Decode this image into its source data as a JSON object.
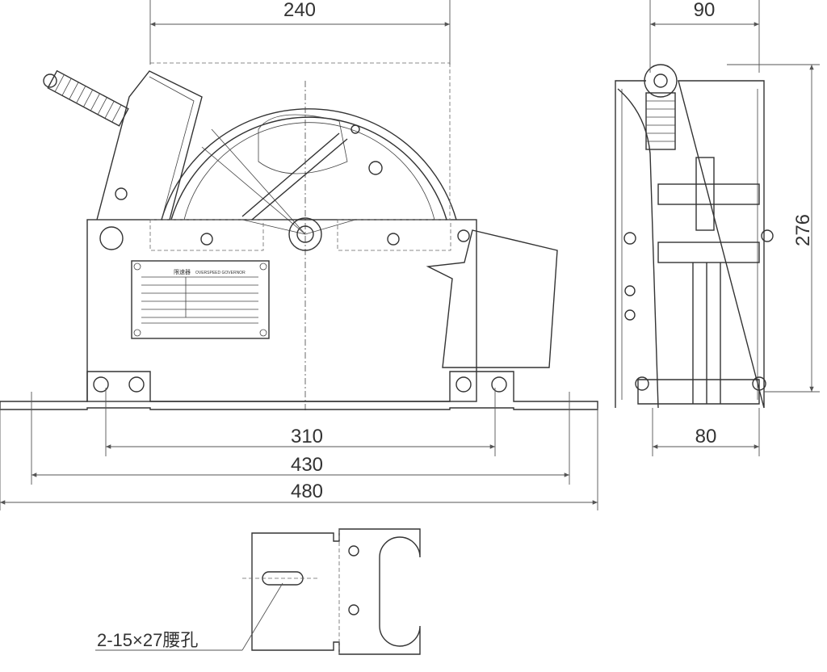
{
  "drawing": {
    "dimensions": {
      "width_top": "240",
      "side_width_top": "90",
      "side_height": "276",
      "mount_hole_spacing": "310",
      "base_inner": "430",
      "base_overall": "480",
      "side_width_bottom": "80"
    },
    "nameplate": {
      "title_cn": "限速器",
      "title_en": "OVERSPEED GOVERNOR"
    },
    "callout": "2-15×27腰孔"
  }
}
